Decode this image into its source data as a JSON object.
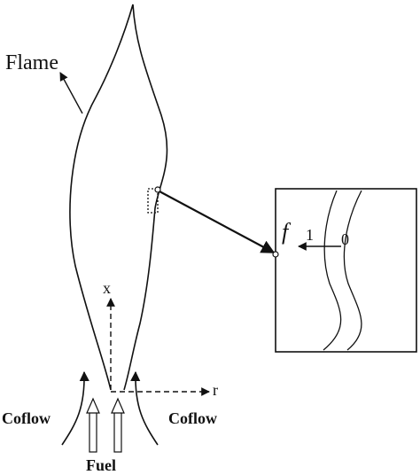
{
  "labels": {
    "flame": "Flame",
    "axis_x": "x",
    "axis_r": "r",
    "coflow_left": "Coflow",
    "coflow_right": "Coflow",
    "fuel": "Fuel",
    "mixture_fraction_symbol": "f",
    "mixture_fraction_one": "1",
    "mixture_fraction_zero": "0"
  },
  "colors": {
    "line": "#111111",
    "background": "#ffffff"
  }
}
